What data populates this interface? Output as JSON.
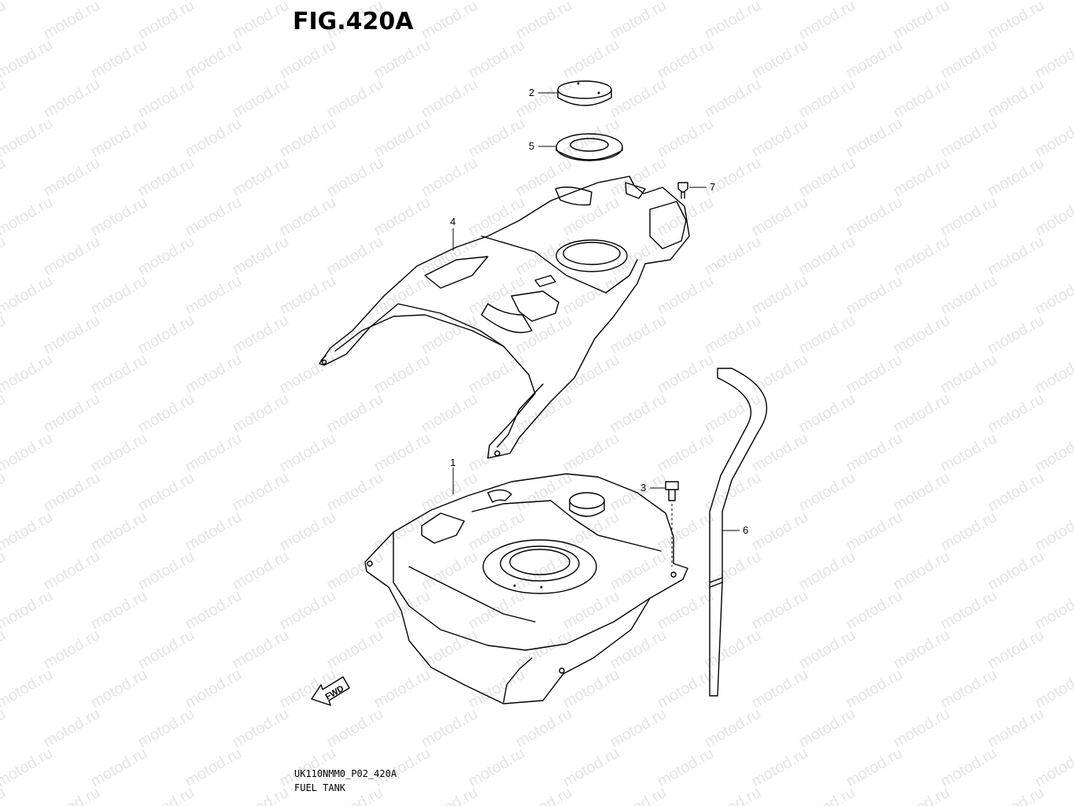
{
  "figure": {
    "title": "FIG.420A",
    "drawing_code": "UK110NMM0_P02_420A",
    "drawing_name": "FUEL TANK"
  },
  "watermark": {
    "text": "motod.ru"
  },
  "direction_arrow": {
    "label": "FWD"
  },
  "callouts": [
    {
      "id": "1",
      "label": "1"
    },
    {
      "id": "2",
      "label": "2"
    },
    {
      "id": "3",
      "label": "3"
    },
    {
      "id": "4",
      "label": "4"
    },
    {
      "id": "5",
      "label": "5"
    },
    {
      "id": "6",
      "label": "6"
    },
    {
      "id": "7",
      "label": "7"
    }
  ]
}
